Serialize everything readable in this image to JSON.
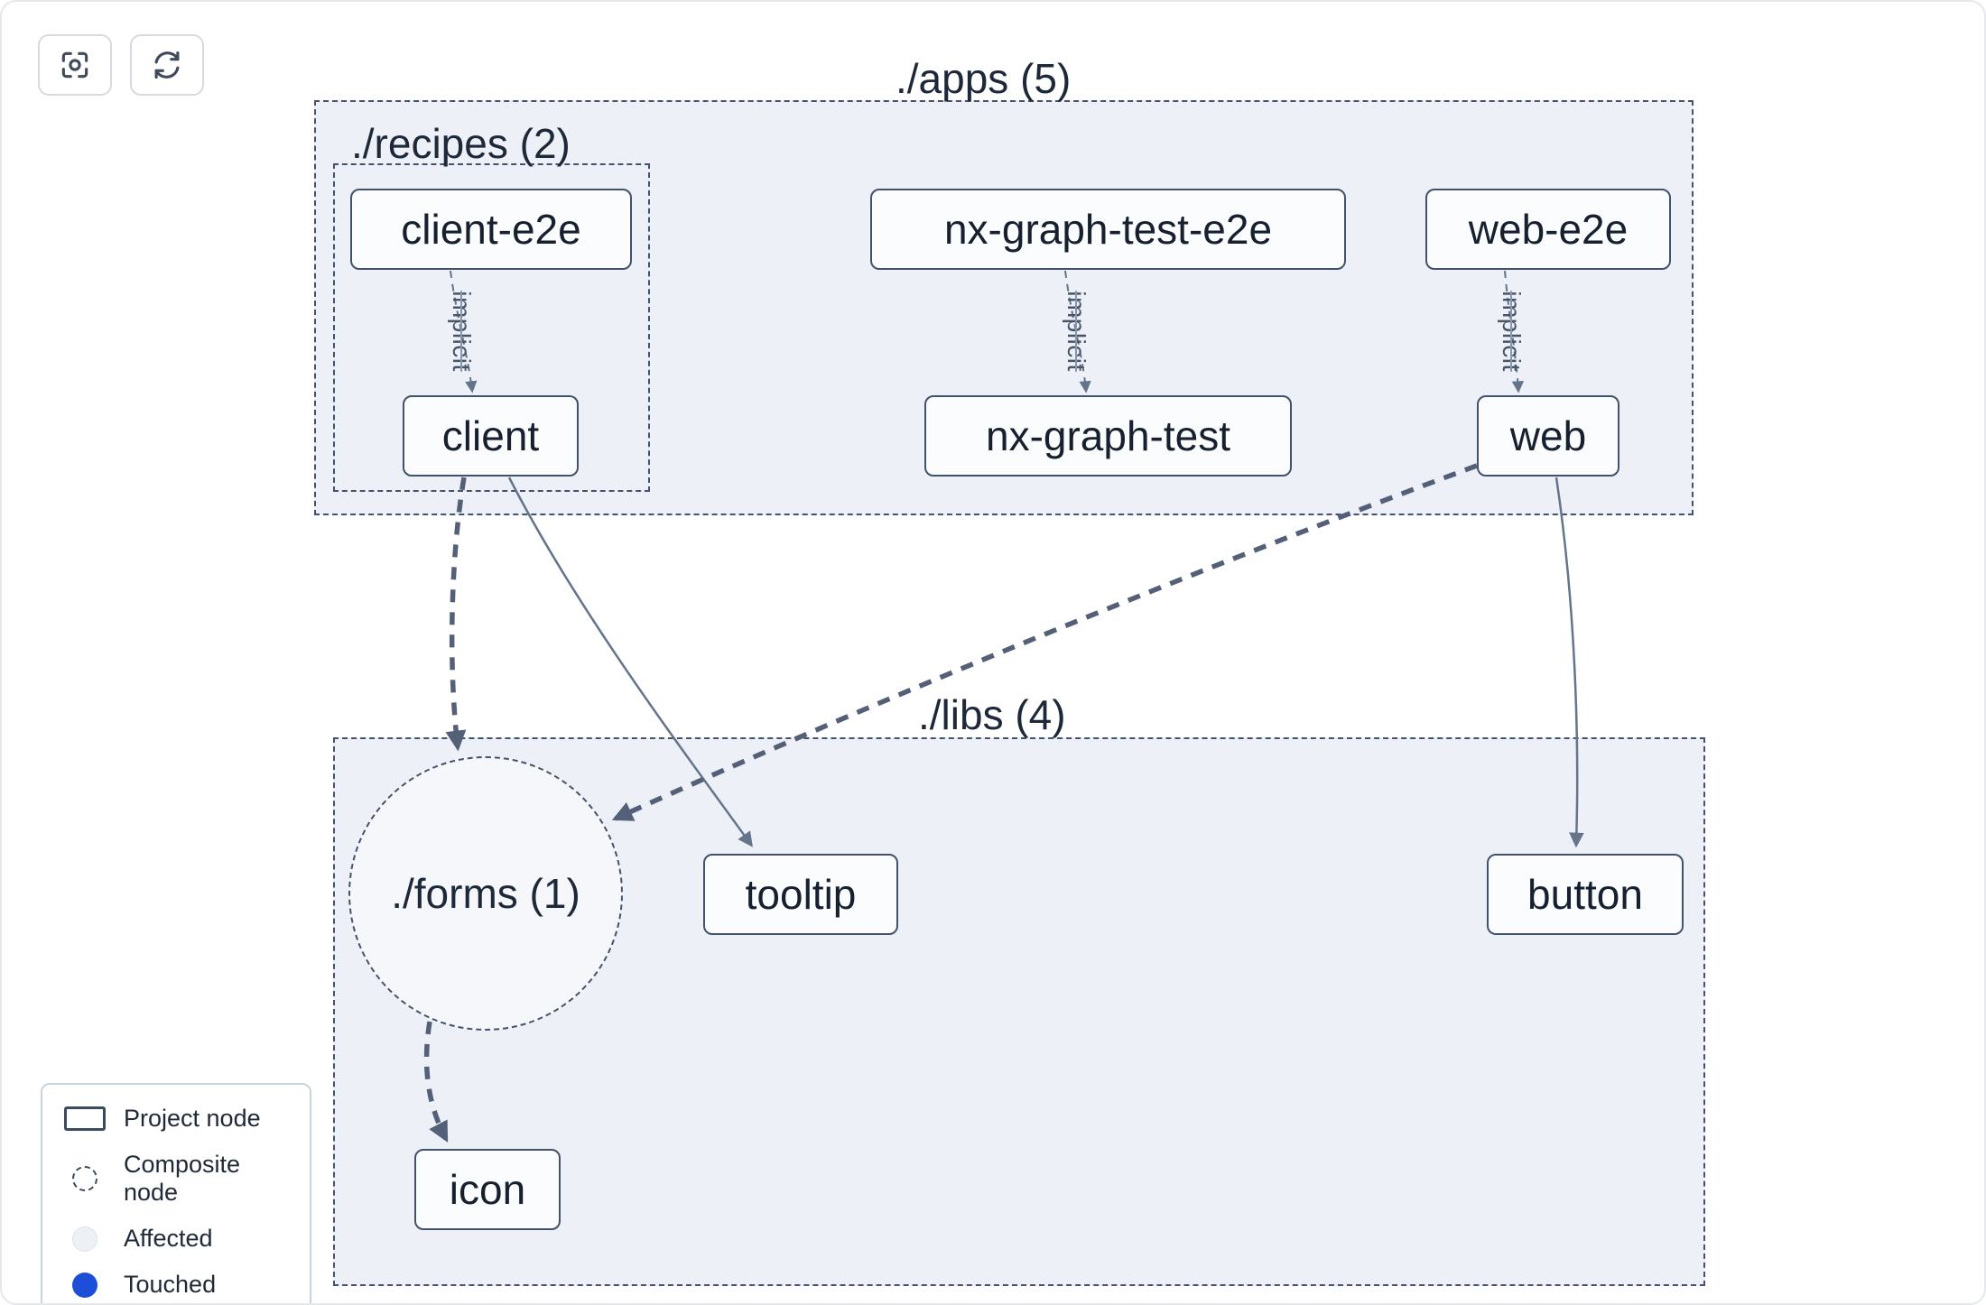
{
  "groups": {
    "apps": {
      "label": "./apps (5)"
    },
    "recipes": {
      "label": "./recipes (2)"
    },
    "libs": {
      "label": "./libs (4)"
    }
  },
  "nodes": {
    "client_e2e": {
      "label": "client-e2e"
    },
    "client": {
      "label": "client"
    },
    "nx_graph_test_e2e": {
      "label": "nx-graph-test-e2e"
    },
    "nx_graph_test": {
      "label": "nx-graph-test"
    },
    "web_e2e": {
      "label": "web-e2e"
    },
    "web": {
      "label": "web"
    },
    "forms": {
      "label": "./forms (1)"
    },
    "tooltip": {
      "label": "tooltip"
    },
    "button": {
      "label": "button"
    },
    "icon": {
      "label": "icon"
    }
  },
  "edges": {
    "implicit_label": "implicit"
  },
  "legend": {
    "items": [
      {
        "type": "project",
        "label": "Project node"
      },
      {
        "type": "composite",
        "label": "Composite node"
      },
      {
        "type": "affected",
        "label": "Affected"
      },
      {
        "type": "touched",
        "label": "Touched"
      }
    ]
  },
  "colors": {
    "group_background": "#edf0f7",
    "group_border": "#44536d",
    "edge": "#64748b",
    "edge_thick": "#536078",
    "touched_blue": "#1d4ed8"
  }
}
